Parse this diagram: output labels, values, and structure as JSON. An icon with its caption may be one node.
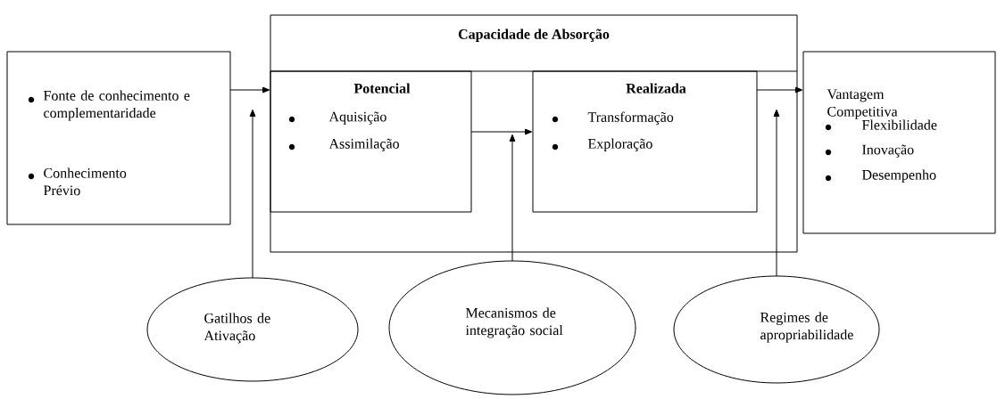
{
  "diagram": {
    "nodes": [
      {
        "text": [
          "Fonte de conhecimento e complementaridade",
          "Conhecimento Prévio"
        ]
      },
      {
        "text": [
          "Capacidade de Absorção"
        ]
      },
      {
        "text": [
          "Potencial",
          "Aquisição",
          "Assimilação"
        ],
        "in": 1
      },
      {
        "text": [
          "Realizada",
          "Transformação",
          "Exploração"
        ],
        "in": 1
      },
      {
        "text": [
          "Vantagem Competitiva",
          "Flexibilidade",
          "Inovação",
          "Desempenho"
        ]
      },
      {
        "text": [
          "Gatilhos de Ativação"
        ]
      },
      {
        "text": [
          "Mecanismos de integração social"
        ]
      },
      {
        "text": [
          "Regimes de apropriabilidade"
        ]
      }
    ],
    "edges": [
      {
        "from": 0,
        "to": 2,
        "arrow": "to"
      },
      {
        "from": 2,
        "to": 3,
        "arrow": "to"
      },
      {
        "from": 3,
        "to": 4,
        "arrow": "to"
      },
      {
        "from": 5,
        "to": null,
        "arrow": "to"
      },
      {
        "from": 6,
        "to": null,
        "arrow": "to"
      },
      {
        "from": 7,
        "to": null,
        "arrow": "to"
      }
    ]
  }
}
